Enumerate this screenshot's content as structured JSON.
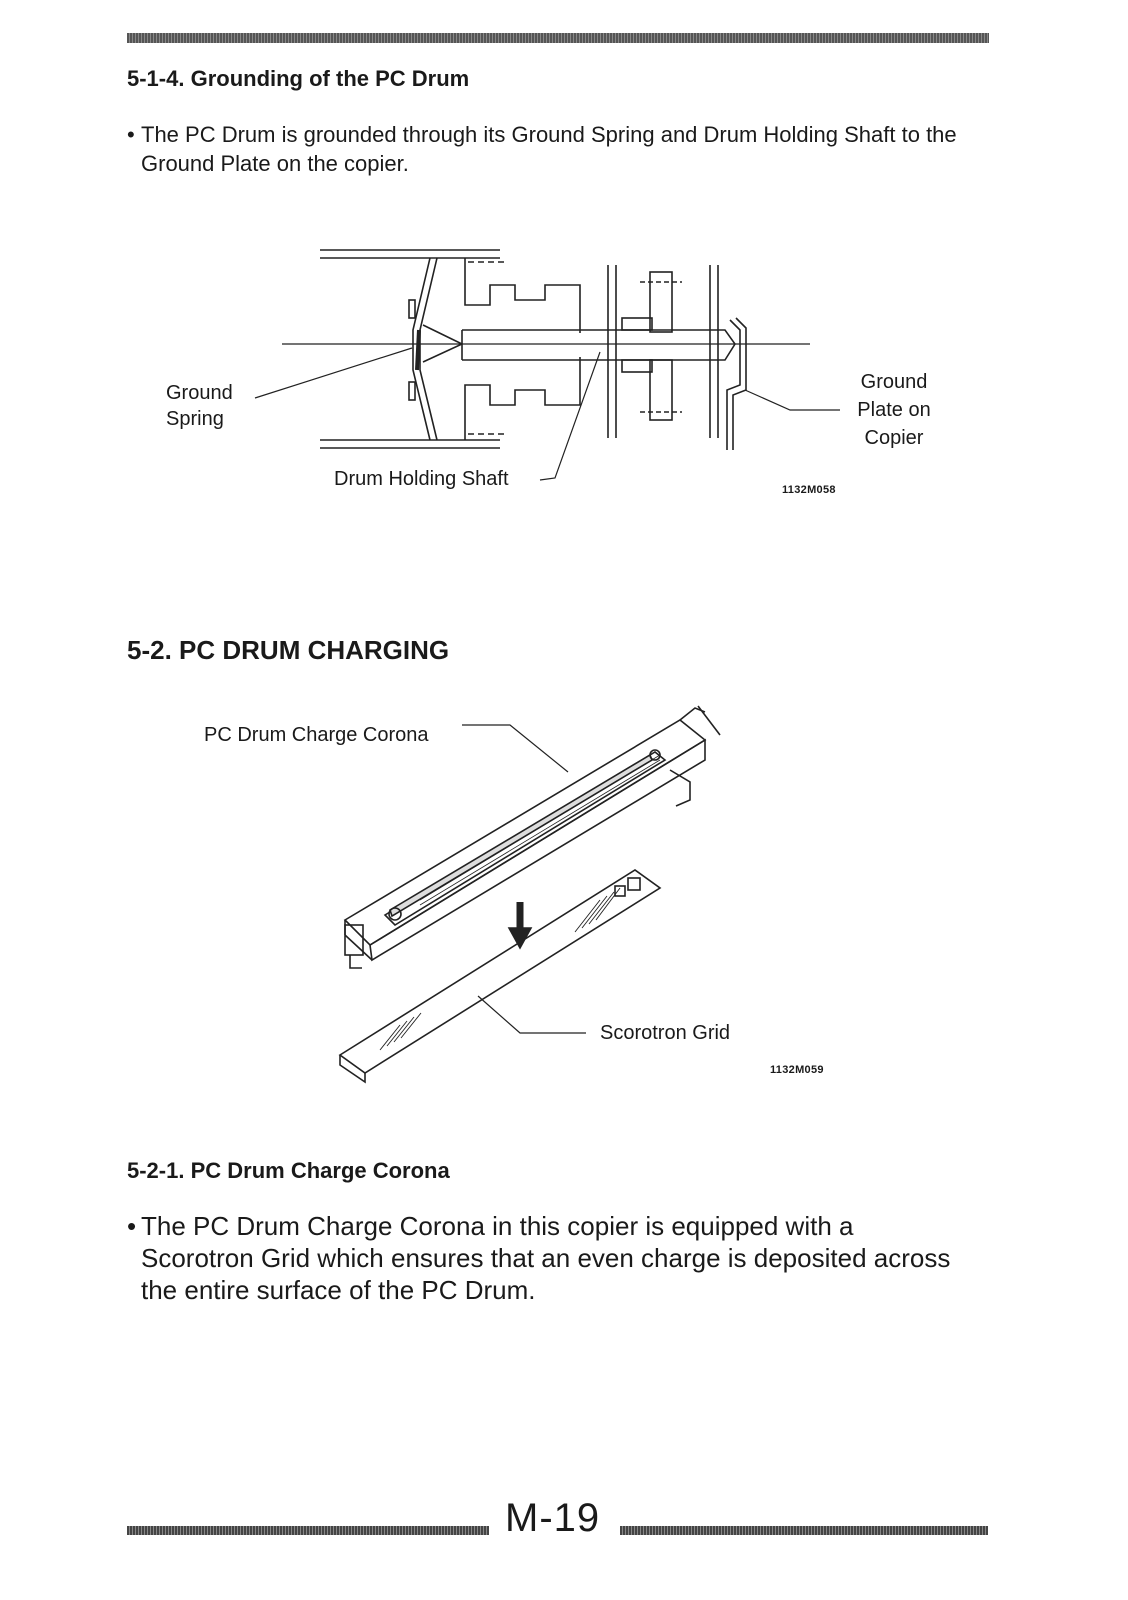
{
  "section_514": {
    "heading": "5-1-4. Grounding of the PC Drum",
    "bullet": "•",
    "text": "The PC Drum is grounded through its Ground Spring and Drum Holding Shaft to the Ground Plate on the copier."
  },
  "figure1": {
    "label_ground_spring": "Ground\nSpring",
    "label_drum_shaft": "Drum Holding Shaft",
    "label_ground_plate": "Ground\nPlate on\nCopier",
    "code": "1132M058"
  },
  "section_52": {
    "heading": "5-2. PC DRUM CHARGING"
  },
  "figure2": {
    "label_corona": "PC Drum Charge Corona",
    "label_grid": "Scorotron Grid",
    "code": "1132M059"
  },
  "section_521": {
    "heading": "5-2-1. PC Drum Charge Corona",
    "bullet": "•",
    "text": "The PC Drum Charge Corona in this copier is equipped with a Scorotron Grid which ensures that an even charge is deposited across the entire surface of the PC Drum."
  },
  "footer": {
    "page_number": "M-19"
  }
}
